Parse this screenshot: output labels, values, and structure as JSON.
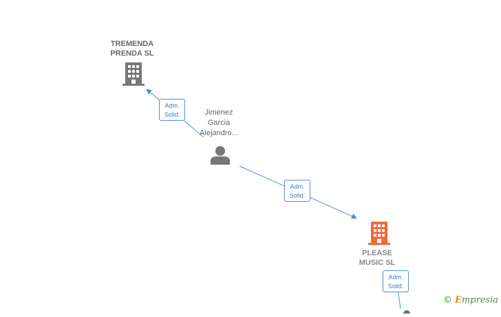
{
  "nodes": {
    "tremenda": {
      "name": "TREMENDA\nPRENDA  SL",
      "type": "company",
      "icon": "building-icon",
      "color": "#777777"
    },
    "jimenez": {
      "name": "Jimenez\nGarcia\nAlejandro...",
      "type": "person",
      "icon": "person-icon",
      "color": "#777777"
    },
    "please": {
      "name": "PLEASE\nMUSIC  SL",
      "type": "company",
      "icon": "building-icon",
      "color": "#f26a3a"
    }
  },
  "edges": [
    {
      "from": "jimenez",
      "to": "tremenda",
      "label_line1": "Adm.",
      "label_line2": "Solid."
    },
    {
      "from": "jimenez",
      "to": "please",
      "label_line1": "Adm.",
      "label_line2": "Solid."
    },
    {
      "from": "please",
      "to": "offscreen-person",
      "label_line1": "Adm.",
      "label_line2": "Solid."
    }
  ],
  "colors": {
    "edge": "#4a90d9",
    "accent_company": "#f26a3a",
    "neutral_icon": "#777777"
  },
  "watermark": {
    "copyright": "©",
    "brand_initial": "E",
    "brand_rest": "mpresia"
  }
}
